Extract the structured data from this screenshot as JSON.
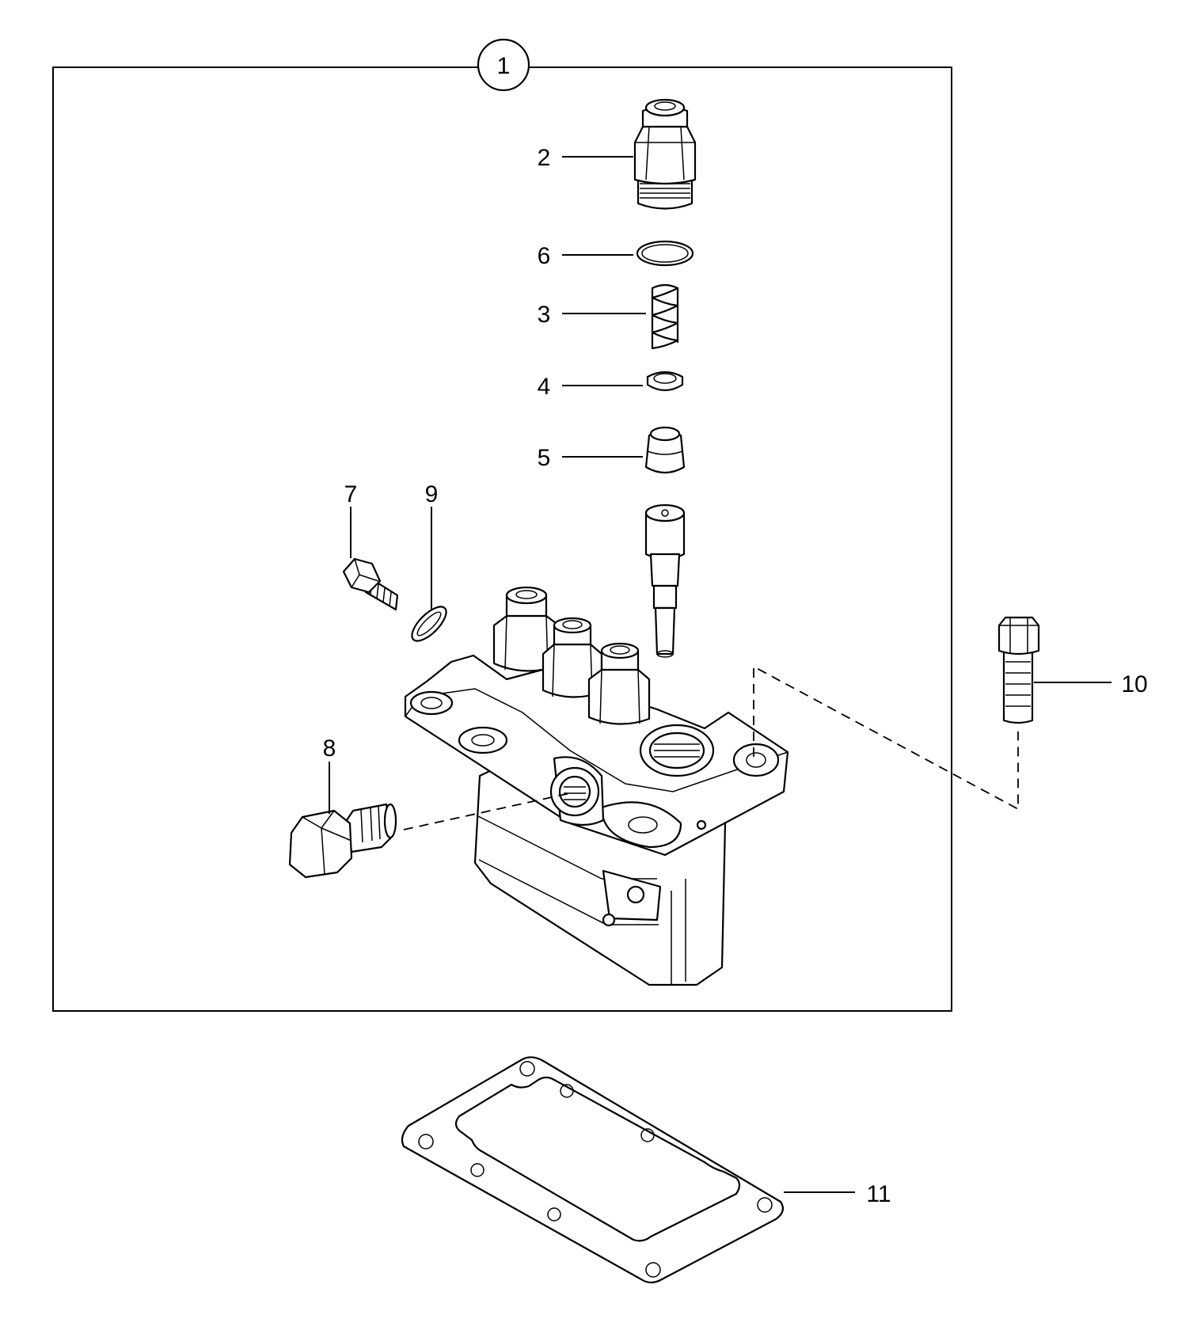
{
  "diagram": {
    "assembly_callout": "1",
    "callouts": {
      "delivery_valve_holder": "2",
      "delivery_valve_spring": "3",
      "spring_seat": "4",
      "delivery_valve": "5",
      "o_ring": "6",
      "bleeder_screw": "7",
      "banjo_bolt": "8",
      "sealing_washer": "9",
      "mounting_bolt": "10",
      "gasket": "11"
    }
  }
}
